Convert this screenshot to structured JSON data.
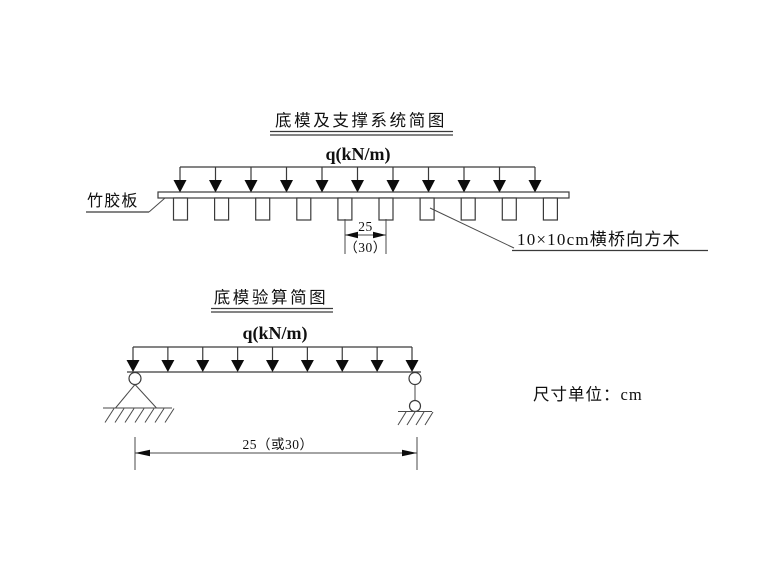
{
  "colors": {
    "background": "#ffffff",
    "line": "#3a3a3a",
    "ink": "#101010"
  },
  "unit_note": "尺寸单位：cm",
  "top_figure": {
    "title": "底模及支撑系统简图",
    "load_label": "q(kN/m)",
    "arrow_count": 11,
    "support_count": 10,
    "plate_label": "竹胶板",
    "spacing_dim_primary": "25",
    "spacing_dim_alt": "（30）",
    "timber_label": "10×10cm横桥向方木"
  },
  "bottom_figure": {
    "title": "底模验算简图",
    "load_label": "q(kN/m)",
    "arrow_count": 9,
    "span_dim": "25（或30）"
  }
}
